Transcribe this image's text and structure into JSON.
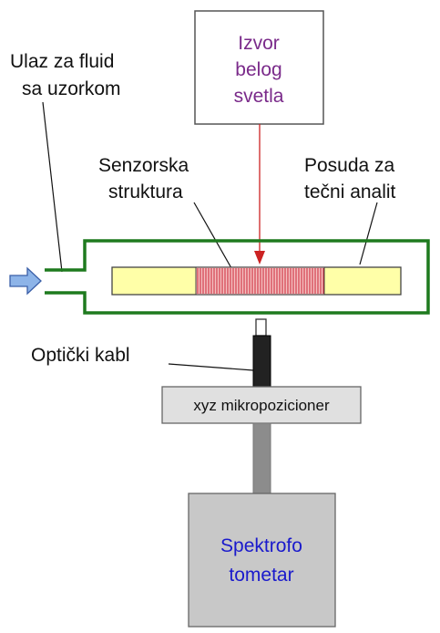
{
  "light_source": {
    "label_lines": [
      "Izvor",
      "belog",
      "svetla"
    ],
    "text_color": "#7a2a8a"
  },
  "fluid_inlet": {
    "label_lines": [
      "Ulaz za fluid",
      "sa uzorkom"
    ]
  },
  "sensor_structure": {
    "label_lines": [
      "Senzorska",
      "struktura"
    ]
  },
  "container": {
    "label_lines": [
      "Posuda za",
      "tečni analit"
    ],
    "outline_color": "#1e7a1e"
  },
  "optical_cable": {
    "label": "Optički kabl"
  },
  "micropositioner": {
    "label": "xyz mikropozicioner"
  },
  "spectrophotometer": {
    "label_lines": [
      "Spektrofo",
      "tometar"
    ],
    "text_color": "#1a1acc"
  },
  "colors": {
    "light_ray": "#cc2222",
    "substrate": "#ffffa8",
    "grating": "#cc2233",
    "grating_bg": "#f4c0c0",
    "inlet_arrow": "#8db4e8",
    "box_gray": "#c8c8c8",
    "micro_gray": "#e0e0e0"
  }
}
